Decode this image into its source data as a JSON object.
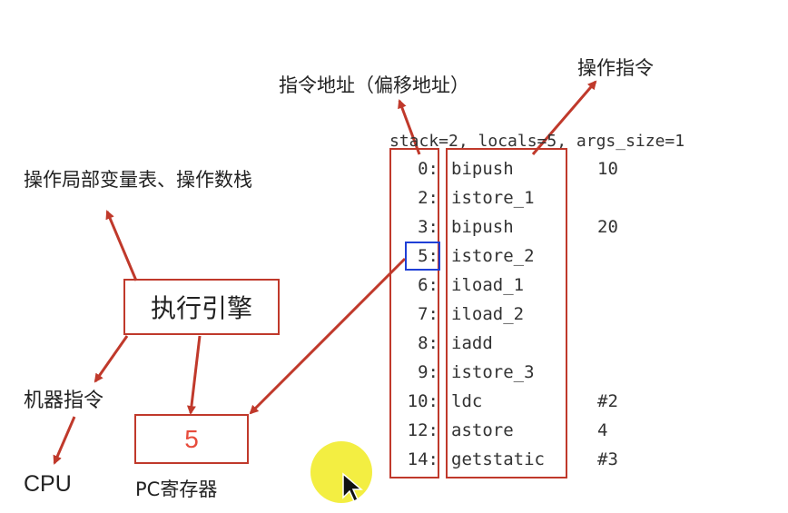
{
  "labels": {
    "address_label": "指令地址（偏移地址）",
    "opcode_label": "操作指令",
    "locals_stack_label": "操作局部变量表、操作数栈",
    "engine": "执行引擎",
    "machine_instr": "机器指令",
    "cpu": "CPU",
    "pc_value": "5",
    "pc_register": "PC寄存器"
  },
  "header_line": "stack=2, locals=5, args_size=1",
  "bytecode": [
    {
      "addr": "0:",
      "op": "bipush",
      "arg": "10"
    },
    {
      "addr": "2:",
      "op": "istore_1",
      "arg": ""
    },
    {
      "addr": "3:",
      "op": "bipush",
      "arg": "20"
    },
    {
      "addr": "5:",
      "op": "istore_2",
      "arg": ""
    },
    {
      "addr": "6:",
      "op": "iload_1",
      "arg": ""
    },
    {
      "addr": "7:",
      "op": "iload_2",
      "arg": ""
    },
    {
      "addr": "8:",
      "op": "iadd",
      "arg": ""
    },
    {
      "addr": "9:",
      "op": "istore_3",
      "arg": ""
    },
    {
      "addr": "10:",
      "op": "ldc",
      "arg": "#2"
    },
    {
      "addr": "12:",
      "op": "astore",
      "arg": "4"
    },
    {
      "addr": "14:",
      "op": "getstatic",
      "arg": "#3"
    }
  ],
  "colors": {
    "arrow": "#c0392b",
    "highlight": "#1f3fd6",
    "pc_value": "#e74c3c",
    "cursor_highlight": "#f2ec2d"
  },
  "icons": [
    "mouse-cursor-icon"
  ]
}
